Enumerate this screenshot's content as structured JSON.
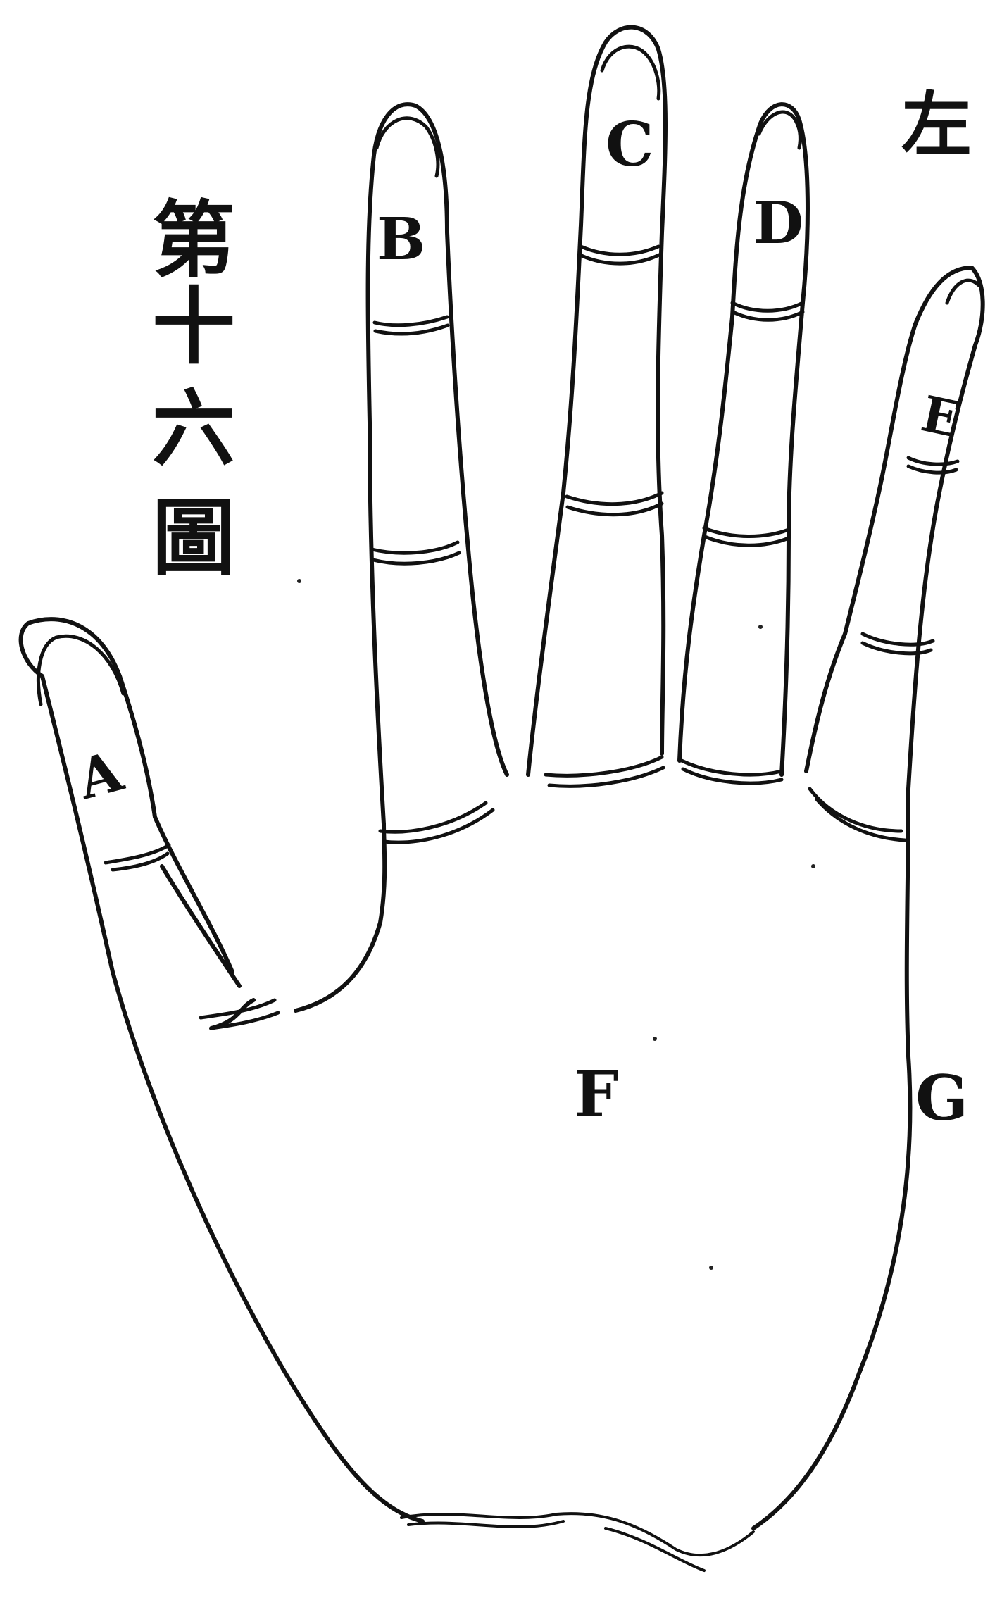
{
  "figure": {
    "title_chars": [
      "第",
      "十",
      "六",
      "圖"
    ],
    "side_label": "左",
    "labels": {
      "thumb": "A",
      "index_finger": "B",
      "middle_finger": "C",
      "ring_finger": "D",
      "little_finger": "E",
      "palm": "F",
      "palm_edge": "G"
    },
    "ink_color": "#111111",
    "paper_color": "#ffffff"
  }
}
